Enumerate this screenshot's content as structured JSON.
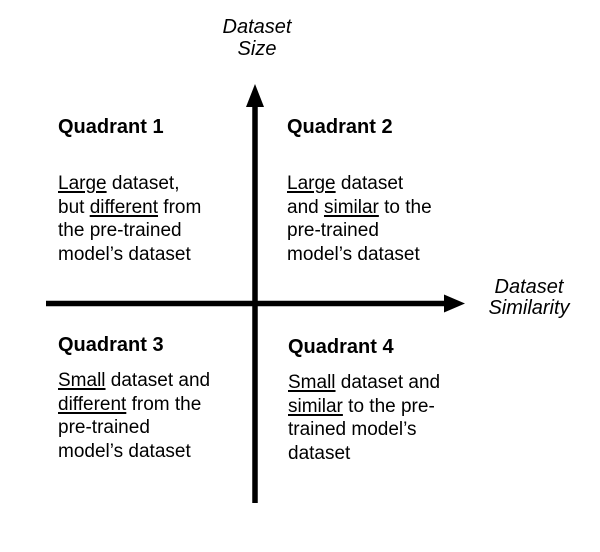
{
  "colors": {
    "background": "#ffffff",
    "axis": "#000000",
    "text": "#000000"
  },
  "axes": {
    "y": {
      "label_lines": [
        "Dataset",
        "Size"
      ]
    },
    "x": {
      "label_lines": [
        "Dataset",
        "Similarity"
      ]
    }
  },
  "quadrants": [
    {
      "title": "Quadrant 1",
      "lines": [
        [
          {
            "t": "Large",
            "u": true
          },
          {
            "t": " dataset,",
            "u": false
          }
        ],
        [
          {
            "t": "but ",
            "u": false
          },
          {
            "t": "different",
            "u": true
          },
          {
            "t": " from",
            "u": false
          }
        ],
        [
          {
            "t": "the pre-trained",
            "u": false
          }
        ],
        [
          {
            "t": "model’s dataset",
            "u": false
          }
        ]
      ]
    },
    {
      "title": "Quadrant 2",
      "lines": [
        [
          {
            "t": "Large",
            "u": true
          },
          {
            "t": " dataset",
            "u": false
          }
        ],
        [
          {
            "t": "and ",
            "u": false
          },
          {
            "t": "similar",
            "u": true
          },
          {
            "t": " to the",
            "u": false
          }
        ],
        [
          {
            "t": "pre-trained",
            "u": false
          }
        ],
        [
          {
            "t": "model’s dataset",
            "u": false
          }
        ]
      ]
    },
    {
      "title": "Quadrant 3",
      "lines": [
        [
          {
            "t": "Small",
            "u": true
          },
          {
            "t": " dataset and",
            "u": false
          }
        ],
        [
          {
            "t": "different",
            "u": true
          },
          {
            "t": " from the",
            "u": false
          }
        ],
        [
          {
            "t": "pre-trained",
            "u": false
          }
        ],
        [
          {
            "t": "model’s dataset",
            "u": false
          }
        ]
      ]
    },
    {
      "title": "Quadrant 4",
      "lines": [
        [
          {
            "t": "Small",
            "u": true
          },
          {
            "t": " dataset and",
            "u": false
          }
        ],
        [
          {
            "t": "similar",
            "u": true
          },
          {
            "t": " to the pre-",
            "u": false
          }
        ],
        [
          {
            "t": "trained model’s",
            "u": false
          }
        ],
        [
          {
            "t": "dataset",
            "u": false
          }
        ]
      ]
    }
  ]
}
